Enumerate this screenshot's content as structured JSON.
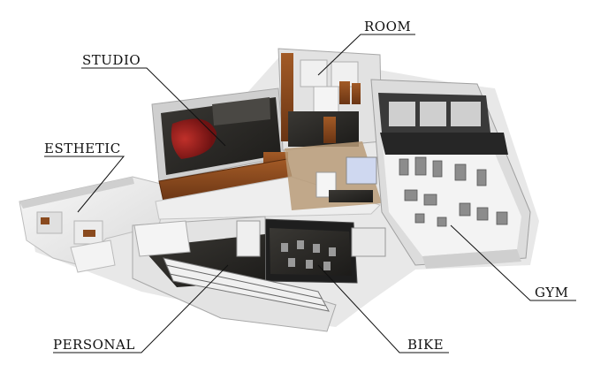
{
  "labels": {
    "room": "ROOM",
    "studio": "STUDIO",
    "esthetic": "ESTHETIC",
    "gym": "GYM",
    "personal": "PERSONAL",
    "bike": "BIKE"
  },
  "colors": {
    "background": "#ffffff",
    "wall": "#e9e9e9",
    "wall_shadow": "#cfcfcf",
    "dark_floor": "#2b2a28",
    "wood": "#8a4a1e",
    "studio_red": "#9a1c1c",
    "gym_floor": "#f2f2f2",
    "leader_line": "#111111"
  }
}
